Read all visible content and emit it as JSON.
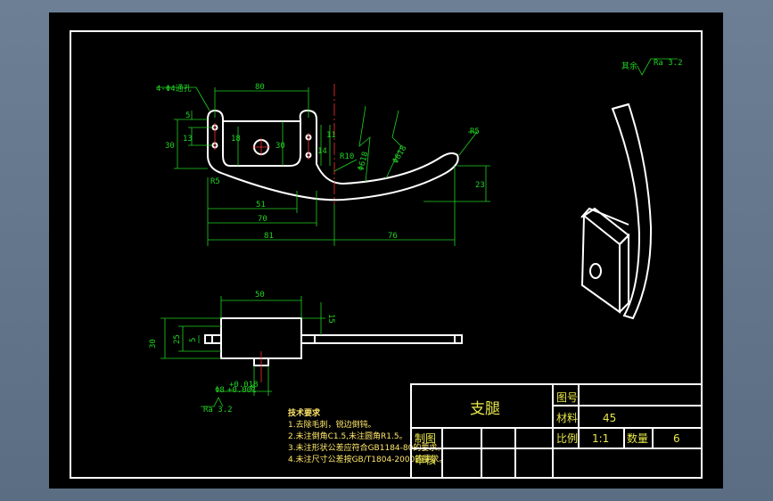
{
  "drawing": {
    "front_view": {
      "hole_note": "4-Φ4通孔",
      "dims": [
        "80",
        "5",
        "30",
        "13",
        "18",
        "30",
        "14",
        "11",
        "R10",
        "R5",
        "R5",
        "Φ618",
        "Φ618",
        "51",
        "70",
        "81",
        "76",
        "23"
      ]
    },
    "top_view": {
      "dims": [
        "50",
        "15",
        "30",
        "25",
        "5"
      ],
      "fit_upper": "+0.018",
      "fit_lower": "0",
      "fit_base": "Φ8",
      "fit_lower2": "+0.001"
    },
    "roughness_left": "Ra 3.2",
    "roughness_right": "Ra 3.2",
    "roughness_right_prefix": "其余"
  },
  "notes": {
    "title": "技术要求",
    "items": [
      "1.去除毛刺，锐边倒钝。",
      "2.未注倒角C1.5,未注圆角R1.5。",
      "3.未注形状公差应符合GB1184-80的要求。",
      "4.未注尺寸公差按GB/T1804-2000的要求。"
    ]
  },
  "title_block": {
    "part_name": "支腿",
    "drawing_no_label": "图号",
    "material_label": "材料",
    "material_value": "45",
    "drawn_label": "制图",
    "scale_label": "比例",
    "scale_value": "1:1",
    "qty_label": "数量",
    "qty_value": "6",
    "review_label": "审核"
  }
}
